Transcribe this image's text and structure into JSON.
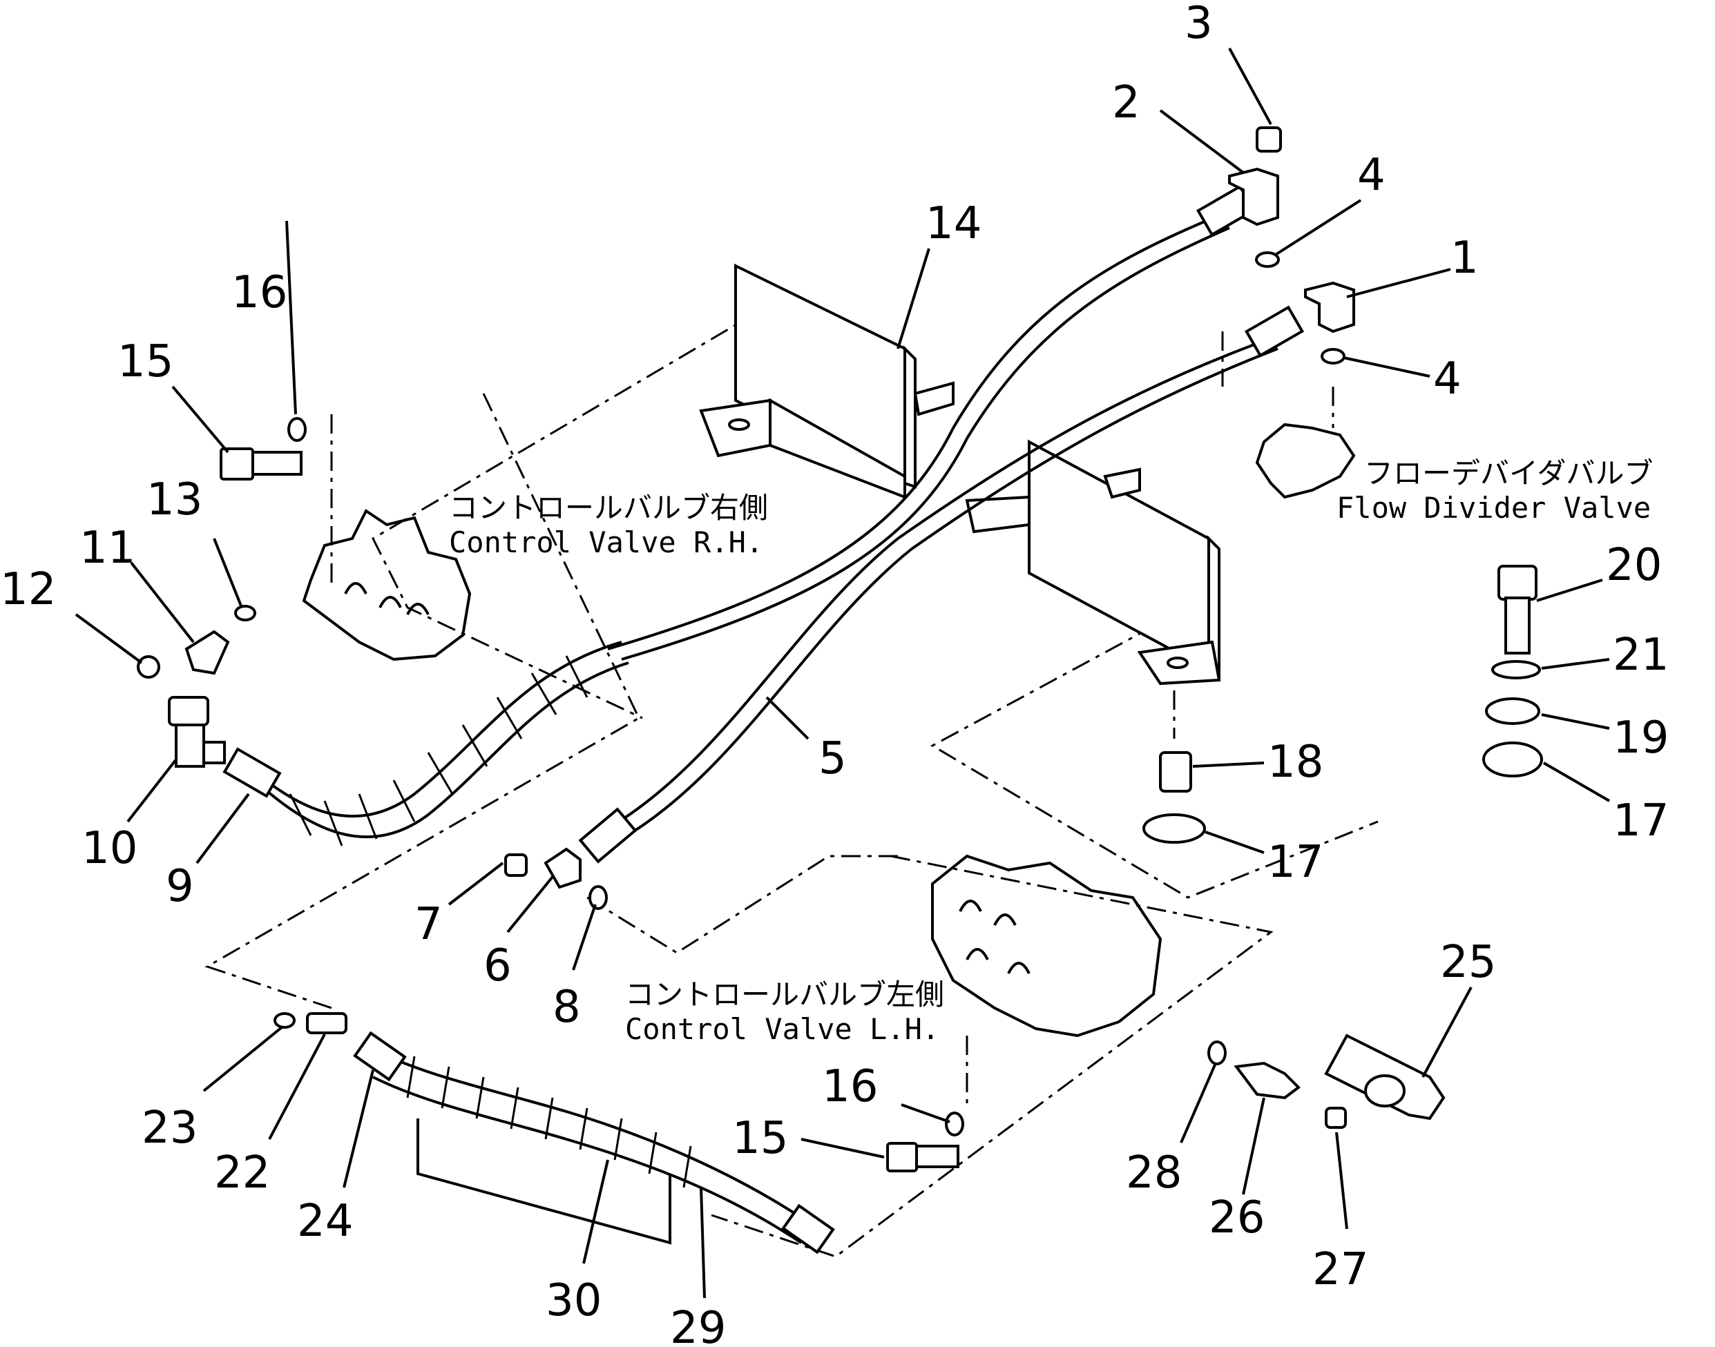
{
  "part_numbers": {
    "p1": "1",
    "p2": "2",
    "p3": "3",
    "p4a": "4",
    "p4b": "4",
    "p5": "5",
    "p6": "6",
    "p7": "7",
    "p8": "8",
    "p9": "9",
    "p10": "10",
    "p11": "11",
    "p12": "12",
    "p13": "13",
    "p14": "14",
    "p15a": "15",
    "p15b": "15",
    "p16a": "16",
    "p16b": "16",
    "p17a": "17",
    "p17b": "17",
    "p18": "18",
    "p19": "19",
    "p20": "20",
    "p21": "21",
    "p22": "22",
    "p23": "23",
    "p24": "24",
    "p25": "25",
    "p26": "26",
    "p27": "27",
    "p28": "28",
    "p29": "29",
    "p30": "30"
  },
  "captions": {
    "control_valve_rh_jp": "コントロールバルブ右側",
    "control_valve_rh_en": "Control Valve R.H.",
    "flow_divider_jp": "フローデバイダバルブ",
    "flow_divider_en": "Flow Divider Valve",
    "control_valve_lh_jp": "コントロールバルブ左側",
    "control_valve_lh_en": "Control Valve L.H."
  }
}
